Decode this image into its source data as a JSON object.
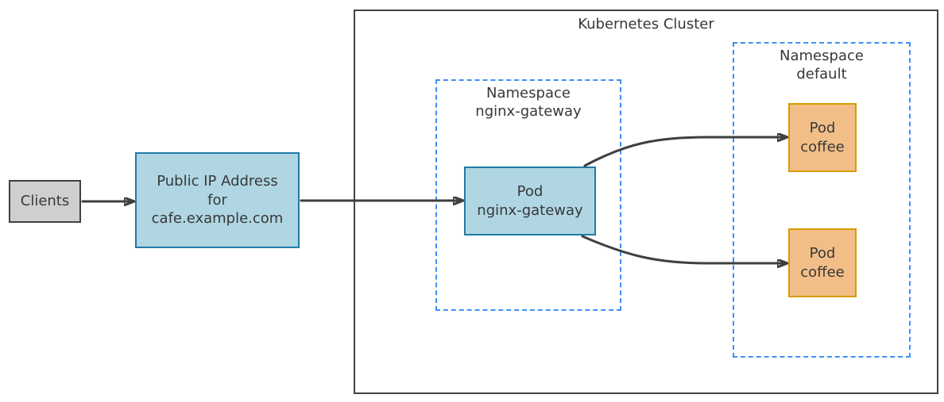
{
  "diagram": {
    "groups": {
      "cluster": {
        "label": "Kubernetes Cluster",
        "border_color": "#424242",
        "border_style": "solid"
      },
      "namespace_nginx_gateway": {
        "label": "Namespace\nnginx-gateway",
        "border_color": "#3e8ef7",
        "border_style": "dashed"
      },
      "namespace_default": {
        "label": "Namespace\ndefault",
        "border_color": "#3e8ef7",
        "border_style": "dashed"
      }
    },
    "nodes": {
      "clients": {
        "label": "Clients",
        "fill": "#cfcfcf",
        "stroke": "#424242"
      },
      "public_ip": {
        "label": "Public IP Address\nfor\ncafe.example.com",
        "fill": "#b0d6e3",
        "stroke": "#1f7ba4"
      },
      "pod_nginx_gateway": {
        "label": "Pod\nnginx-gateway",
        "fill": "#b0d6e3",
        "stroke": "#1f7ba4"
      },
      "pod_coffee_top": {
        "label": "Pod\ncoffee",
        "fill": "#f2be88",
        "stroke": "#d79b00"
      },
      "pod_coffee_bottom": {
        "label": "Pod\ncoffee",
        "fill": "#f2be88",
        "stroke": "#d79b00"
      }
    },
    "connections": [
      {
        "from": "clients",
        "to": "public_ip"
      },
      {
        "from": "public_ip",
        "to": "pod_nginx_gateway"
      },
      {
        "from": "pod_nginx_gateway",
        "to": "pod_coffee_top"
      },
      {
        "from": "pod_nginx_gateway",
        "to": "pod_coffee_bottom"
      }
    ],
    "arrow_color": "#3f3f3f",
    "text_color": "#383838"
  }
}
